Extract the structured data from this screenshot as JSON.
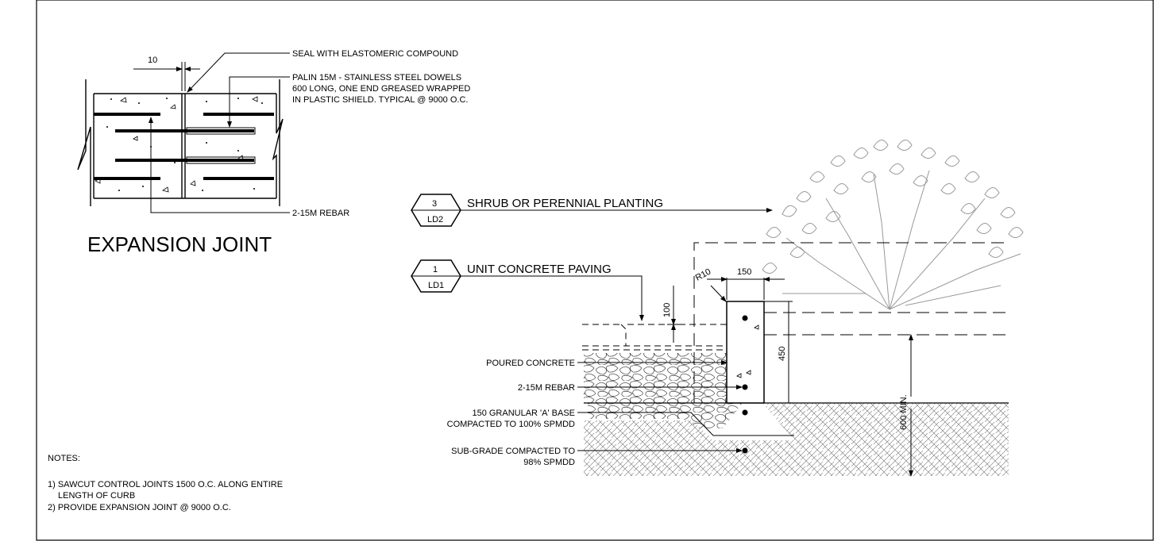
{
  "expansion_joint": {
    "title": "EXPANSION JOINT",
    "dim_joint": "10",
    "seal_note": "SEAL WITH ELASTOMERIC COMPOUND",
    "dowel_note": [
      "PALIN 15M - STAINLESS STEEL DOWELS",
      "600 LONG, ONE END GREASED WRAPPED",
      "IN PLASTIC SHIELD. TYPICAL @ 9000 O.C."
    ],
    "rebar_note": "2-15M REBAR"
  },
  "callouts": [
    {
      "top": "3",
      "bottom": "LD2",
      "label": "SHRUB OR PERENNIAL PLANTING"
    },
    {
      "top": "1",
      "bottom": "LD1",
      "label": "UNIT CONCRETE PAVING"
    }
  ],
  "section": {
    "radius": "R10",
    "dim_width": "150",
    "dim_paver": "100",
    "dim_curb": "450",
    "dim_depth": "600 MIN.",
    "labels": [
      "POURED CONCRETE",
      "2-15M REBAR",
      "150 GRANULAR 'A' BASE",
      "COMPACTED TO 100% SPMDD",
      "SUB-GRADE COMPACTED TO",
      "98% SPMDD"
    ]
  },
  "notes": {
    "heading": "NOTES:",
    "items": [
      "1) SAWCUT CONTROL JOINTS 1500 O.C. ALONG ENTIRE",
      "LENGTH OF CURB",
      "2) PROVIDE EXPANSION JOINT @ 9000 O.C."
    ]
  }
}
